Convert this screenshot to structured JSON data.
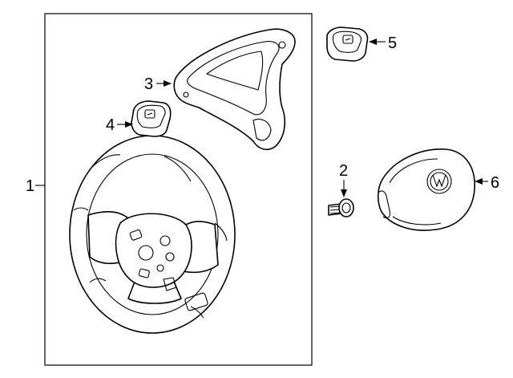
{
  "diagram": {
    "callouts": [
      {
        "id": "1",
        "label": "1"
      },
      {
        "id": "2",
        "label": "2"
      },
      {
        "id": "3",
        "label": "3"
      },
      {
        "id": "4",
        "label": "4"
      },
      {
        "id": "5",
        "label": "5"
      },
      {
        "id": "6",
        "label": "6"
      }
    ],
    "parts": [
      {
        "callout": "1",
        "icon": "steering-wheel-icon"
      },
      {
        "callout": "2",
        "icon": "bolt-icon"
      },
      {
        "callout": "3",
        "icon": "wheel-trim-cover-icon"
      },
      {
        "callout": "4",
        "icon": "left-switch-icon"
      },
      {
        "callout": "5",
        "icon": "right-switch-icon"
      },
      {
        "callout": "6",
        "icon": "airbag-module-icon"
      }
    ]
  }
}
